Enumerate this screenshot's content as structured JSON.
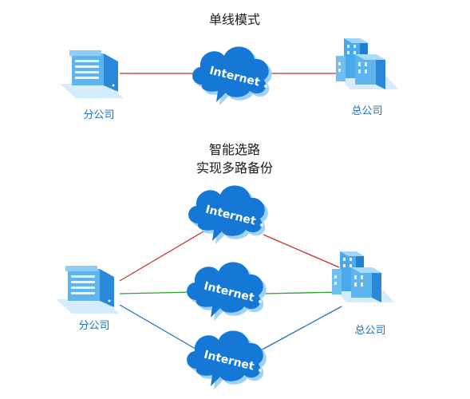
{
  "top": {
    "title": "单线模式",
    "branch_label": "分公司",
    "hq_label": "总公司",
    "cloud_label": "Internet",
    "link_color": "#c9302c"
  },
  "bottom": {
    "title_line1": "智能选路",
    "title_line2": "实现多路备份",
    "branch_label": "分公司",
    "hq_label": "总公司",
    "clouds": [
      {
        "label": "Internet",
        "link_color": "#c9302c"
      },
      {
        "label": "Internet",
        "link_color": "#2ea12e"
      },
      {
        "label": "Internet",
        "link_color": "#1f6fc0"
      }
    ]
  },
  "colors": {
    "cloud_fill": "#1678d6",
    "cloud_shadow": "#9fd0f5",
    "building_light": "#bfe3fb",
    "building_mid": "#4aa8ec",
    "building_dark": "#1f7fd1"
  },
  "icons": {
    "branch": "office-building-icon",
    "hq": "skyscraper-cluster-icon",
    "internet": "cloud-icon"
  }
}
